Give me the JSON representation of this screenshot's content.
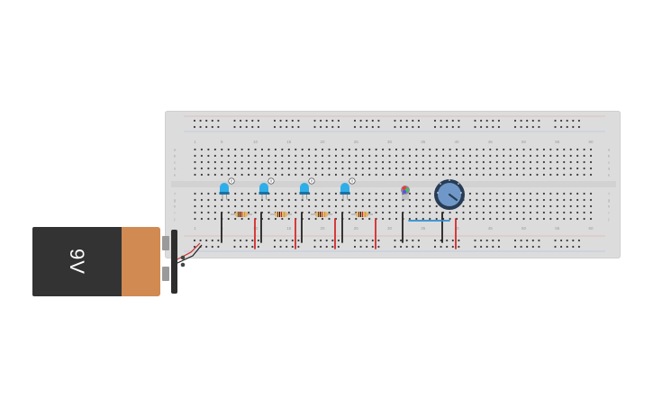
{
  "battery": {
    "label": "9V"
  },
  "colors": {
    "board": "#dcdcdc",
    "hole": "#3c3c3c",
    "battery_body": "#333333",
    "battery_cap": "#d08a52",
    "wire_red": "#d42a2a",
    "wire_black": "#222222",
    "wire_blue": "#2a8fd4",
    "led": "#2eaee8",
    "pot": "#2f5e90"
  },
  "breadboard": {
    "top_numbers": [
      "1",
      "5",
      "10",
      "15",
      "20",
      "25",
      "30",
      "35",
      "40",
      "45",
      "50",
      "55",
      "60"
    ],
    "bottom_numbers": [
      "1",
      "5",
      "10",
      "15",
      "20",
      "25",
      "30",
      "35",
      "40",
      "45",
      "50",
      "55",
      "60"
    ],
    "row_letters_top": [
      "a",
      "b",
      "c",
      "d",
      "e"
    ],
    "row_letters_bottom": [
      "f",
      "g",
      "h",
      "i",
      "j"
    ]
  },
  "components": {
    "leds": [
      "led-1",
      "led-2",
      "led-3",
      "led-4"
    ],
    "resistors": [
      "resistor-1",
      "resistor-2",
      "resistor-3",
      "resistor-4"
    ],
    "potentiometer": "potentiometer",
    "rgb_led": "rgb-led"
  }
}
